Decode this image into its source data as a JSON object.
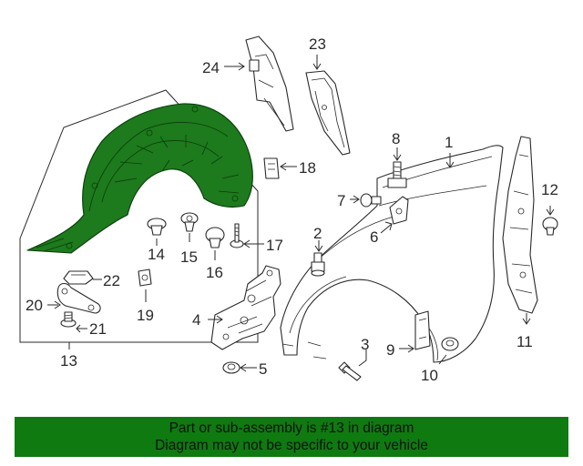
{
  "callouts": {
    "c1": "1",
    "c2": "2",
    "c3": "3",
    "c4": "4",
    "c5": "5",
    "c6": "6",
    "c7": "7",
    "c8": "8",
    "c9": "9",
    "c10": "10",
    "c11": "11",
    "c12": "12",
    "c13": "13",
    "c14": "14",
    "c15": "15",
    "c16": "16",
    "c17": "17",
    "c18": "18",
    "c19": "19",
    "c20": "20",
    "c21": "21",
    "c22": "22",
    "c23": "23",
    "c24": "24"
  },
  "highlight_color": "#1d7a1d",
  "banner": {
    "line1": "Part or sub-assembly is #13 in diagram",
    "line2": "Diagram may not be specific to your vehicle",
    "color": "#0e7a10"
  }
}
